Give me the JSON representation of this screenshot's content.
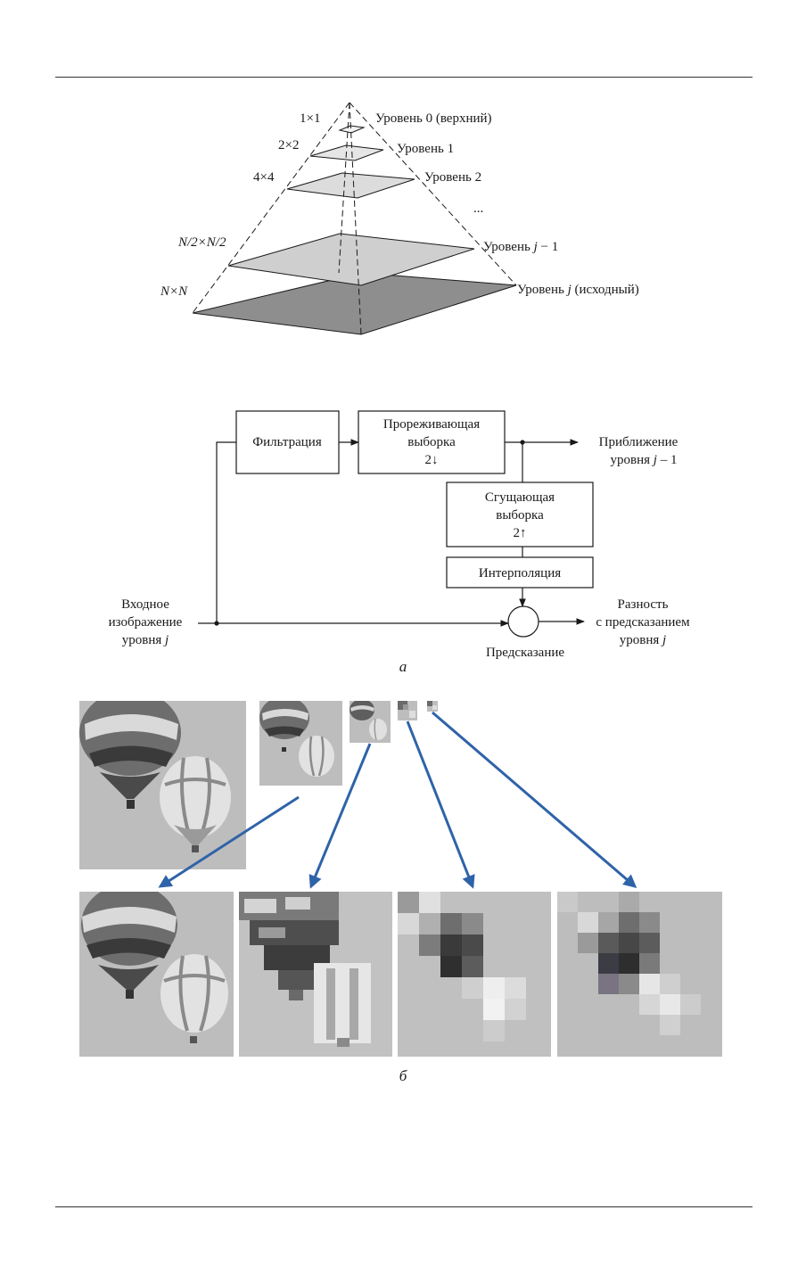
{
  "pyramid": {
    "sizes": {
      "s0": "1×1",
      "s1": "2×2",
      "s2": "4×4",
      "sj1": "N/2×N/2",
      "sj": "N×N"
    },
    "levels": {
      "l0": "Уровень 0 (верхний)",
      "l1": "Уровень 1",
      "l2": "Уровень 2",
      "dots": "...",
      "lj1_prefix": "Уровень ",
      "lj1_var": "j",
      "lj1_suffix": " − 1",
      "lj_prefix": "Уровень ",
      "lj_var": "j",
      "lj_suffix": " (исходный)"
    }
  },
  "block": {
    "filter": "Фильтрация",
    "decim": {
      "l1": "Прореживающая",
      "l2": "выборка",
      "l3": "2↓"
    },
    "upsample": {
      "l1": "Сгущающая",
      "l2": "выборка",
      "l3": "2↑"
    },
    "interp": "Интерполяция",
    "approx": {
      "l1": "Приближение",
      "l2_prefix": "уровня ",
      "l2_var": "j",
      "l2_suffix": " – 1"
    },
    "input": {
      "l1": "Входное",
      "l2": "изображение",
      "l3_prefix": "уровня ",
      "l3_var": "j"
    },
    "diff": {
      "l1": "Разность",
      "l2": "с предсказанием",
      "l3_prefix": "уровня ",
      "l3_var": "j"
    },
    "predict": "Предсказание",
    "caption": "а"
  },
  "images": {
    "caption": "б"
  },
  "colors": {
    "arrow": "#2f63a8",
    "plane_light": "#e6e6e6",
    "plane_mid": "#cfcfcf",
    "plane_dark": "#8e8e8e",
    "sky": "#b9b9b9"
  }
}
